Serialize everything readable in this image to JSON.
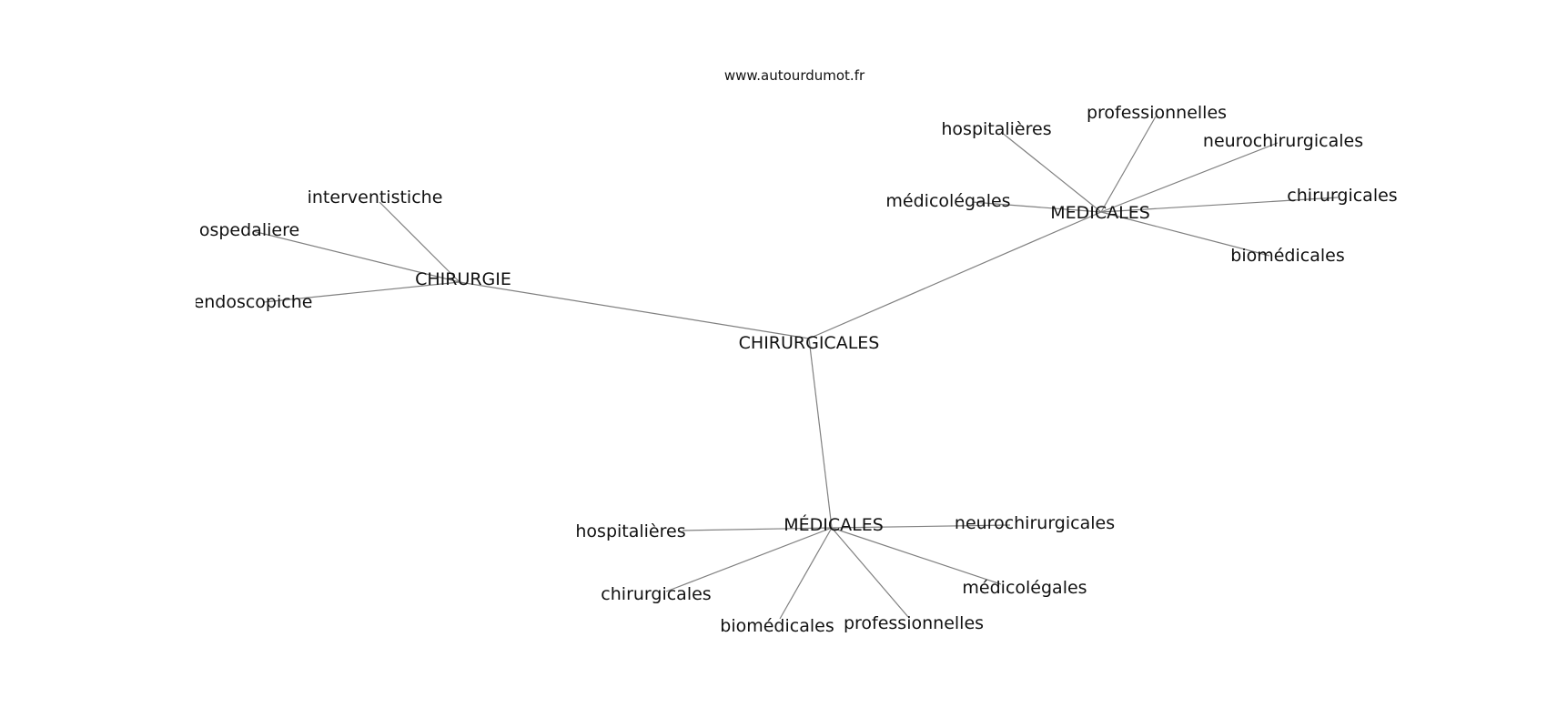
{
  "site": "www.autourdumot.fr",
  "diagram": {
    "nodes": [
      {
        "id": "root",
        "label": "CHIRURGICALES"
      },
      {
        "id": "chirurgie",
        "label": "CHIRURGIE"
      },
      {
        "id": "medicales_top",
        "label": "MEDICALES"
      },
      {
        "id": "medicales_bottom",
        "label": "MÉDICALES"
      },
      {
        "id": "interventistiche",
        "label": "interventistiche"
      },
      {
        "id": "ospedaliere",
        "label": "ospedaliere"
      },
      {
        "id": "endoscopiche",
        "label": "endoscopiche"
      },
      {
        "id": "hospitalieres_t",
        "label": "hospitalières"
      },
      {
        "id": "professionnelles_t",
        "label": "professionnelles"
      },
      {
        "id": "neurochirurgicales_t",
        "label": "neurochirurgicales"
      },
      {
        "id": "medicolegales_t",
        "label": "médicolégales"
      },
      {
        "id": "chirurgicales_t",
        "label": "chirurgicales"
      },
      {
        "id": "biomedicales_t",
        "label": "biomédicales"
      },
      {
        "id": "hospitalieres_b",
        "label": "hospitalières"
      },
      {
        "id": "neurochirurgicales_b",
        "label": "neurochirurgicales"
      },
      {
        "id": "chirurgicales_b",
        "label": "chirurgicales"
      },
      {
        "id": "medicolegales_b",
        "label": "médicolégales"
      },
      {
        "id": "biomedicales_b",
        "label": "biomédicales"
      },
      {
        "id": "professionnelles_b",
        "label": "professionnelles"
      }
    ],
    "edges": [
      {
        "from": "root",
        "to": "chirurgie"
      },
      {
        "from": "root",
        "to": "medicales_top"
      },
      {
        "from": "root",
        "to": "medicales_bottom"
      },
      {
        "from": "chirurgie",
        "to": "interventistiche"
      },
      {
        "from": "chirurgie",
        "to": "ospedaliere"
      },
      {
        "from": "chirurgie",
        "to": "endoscopiche"
      },
      {
        "from": "medicales_top",
        "to": "hospitalieres_t"
      },
      {
        "from": "medicales_top",
        "to": "professionnelles_t"
      },
      {
        "from": "medicales_top",
        "to": "neurochirurgicales_t"
      },
      {
        "from": "medicales_top",
        "to": "medicolegales_t"
      },
      {
        "from": "medicales_top",
        "to": "chirurgicales_t"
      },
      {
        "from": "medicales_top",
        "to": "biomedicales_t"
      },
      {
        "from": "medicales_bottom",
        "to": "hospitalieres_b"
      },
      {
        "from": "medicales_bottom",
        "to": "neurochirurgicales_b"
      },
      {
        "from": "medicales_bottom",
        "to": "chirurgicales_b"
      },
      {
        "from": "medicales_bottom",
        "to": "medicolegales_b"
      },
      {
        "from": "medicales_bottom",
        "to": "biomedicales_b"
      },
      {
        "from": "medicales_bottom",
        "to": "professionnelles_b"
      }
    ]
  }
}
